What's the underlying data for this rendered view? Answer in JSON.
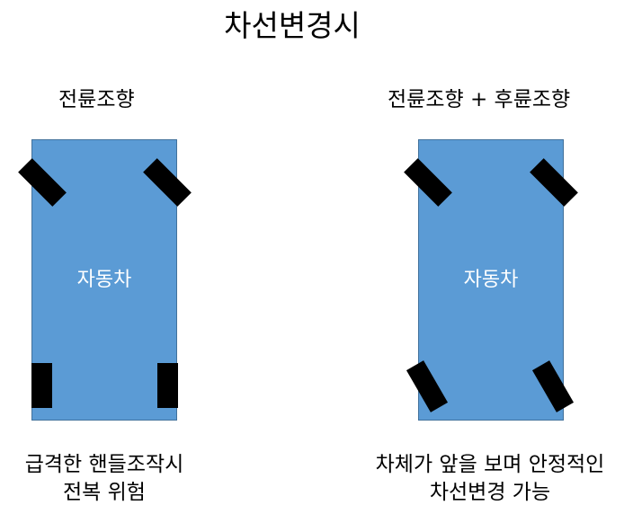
{
  "title": "차선변경시",
  "panels": [
    {
      "heading": "전륜조향",
      "car_label": "자동차",
      "caption_lines": [
        "급격한 핸들조작시",
        "전복 위험"
      ]
    },
    {
      "heading": "전륜조향 + 후륜조향",
      "car_label": "자동차",
      "caption_lines": [
        "차체가 앞을 보며 안정적인",
        "차선변경 가능"
      ]
    }
  ],
  "colors": {
    "car_body": "#5b9bd5",
    "car_border": "#41719c",
    "wheel": "#000000",
    "car_label": "#ffffff"
  }
}
